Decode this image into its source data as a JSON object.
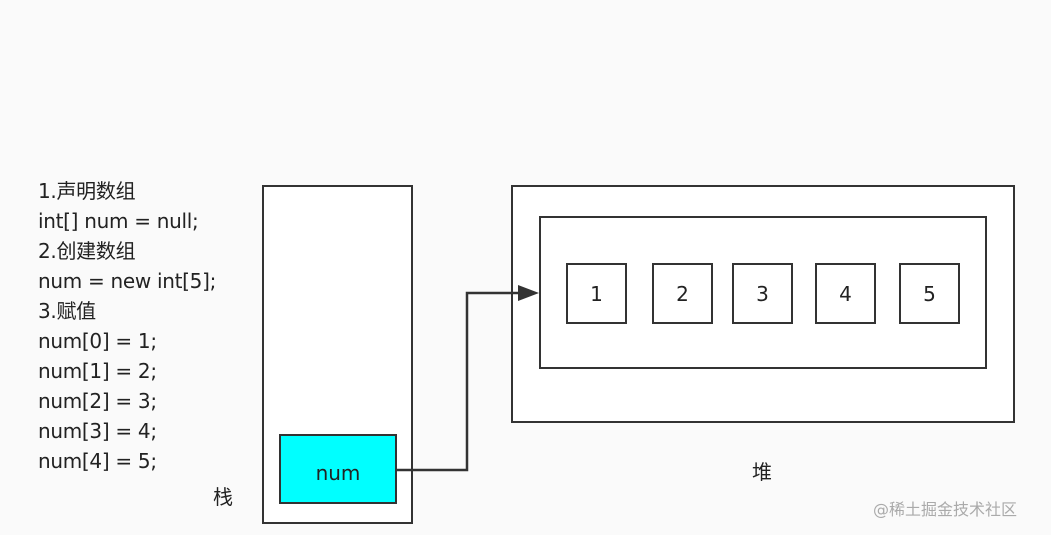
{
  "code_lines": [
    "1.声明数组",
    "int[] num = null;",
    "2.创建数组",
    "num = new int[5];",
    "3.赋值",
    "num[0] = 1;",
    "num[1] = 2;",
    "num[2] = 3;",
    "num[3] = 4;",
    "num[4] = 5;"
  ],
  "stack": {
    "label": "栈",
    "variable": "num",
    "variable_color": "#00ffff"
  },
  "heap": {
    "label": "堆",
    "cells": [
      "1",
      "2",
      "3",
      "4",
      "5"
    ]
  },
  "watermark": "@稀土掘金技术社区"
}
